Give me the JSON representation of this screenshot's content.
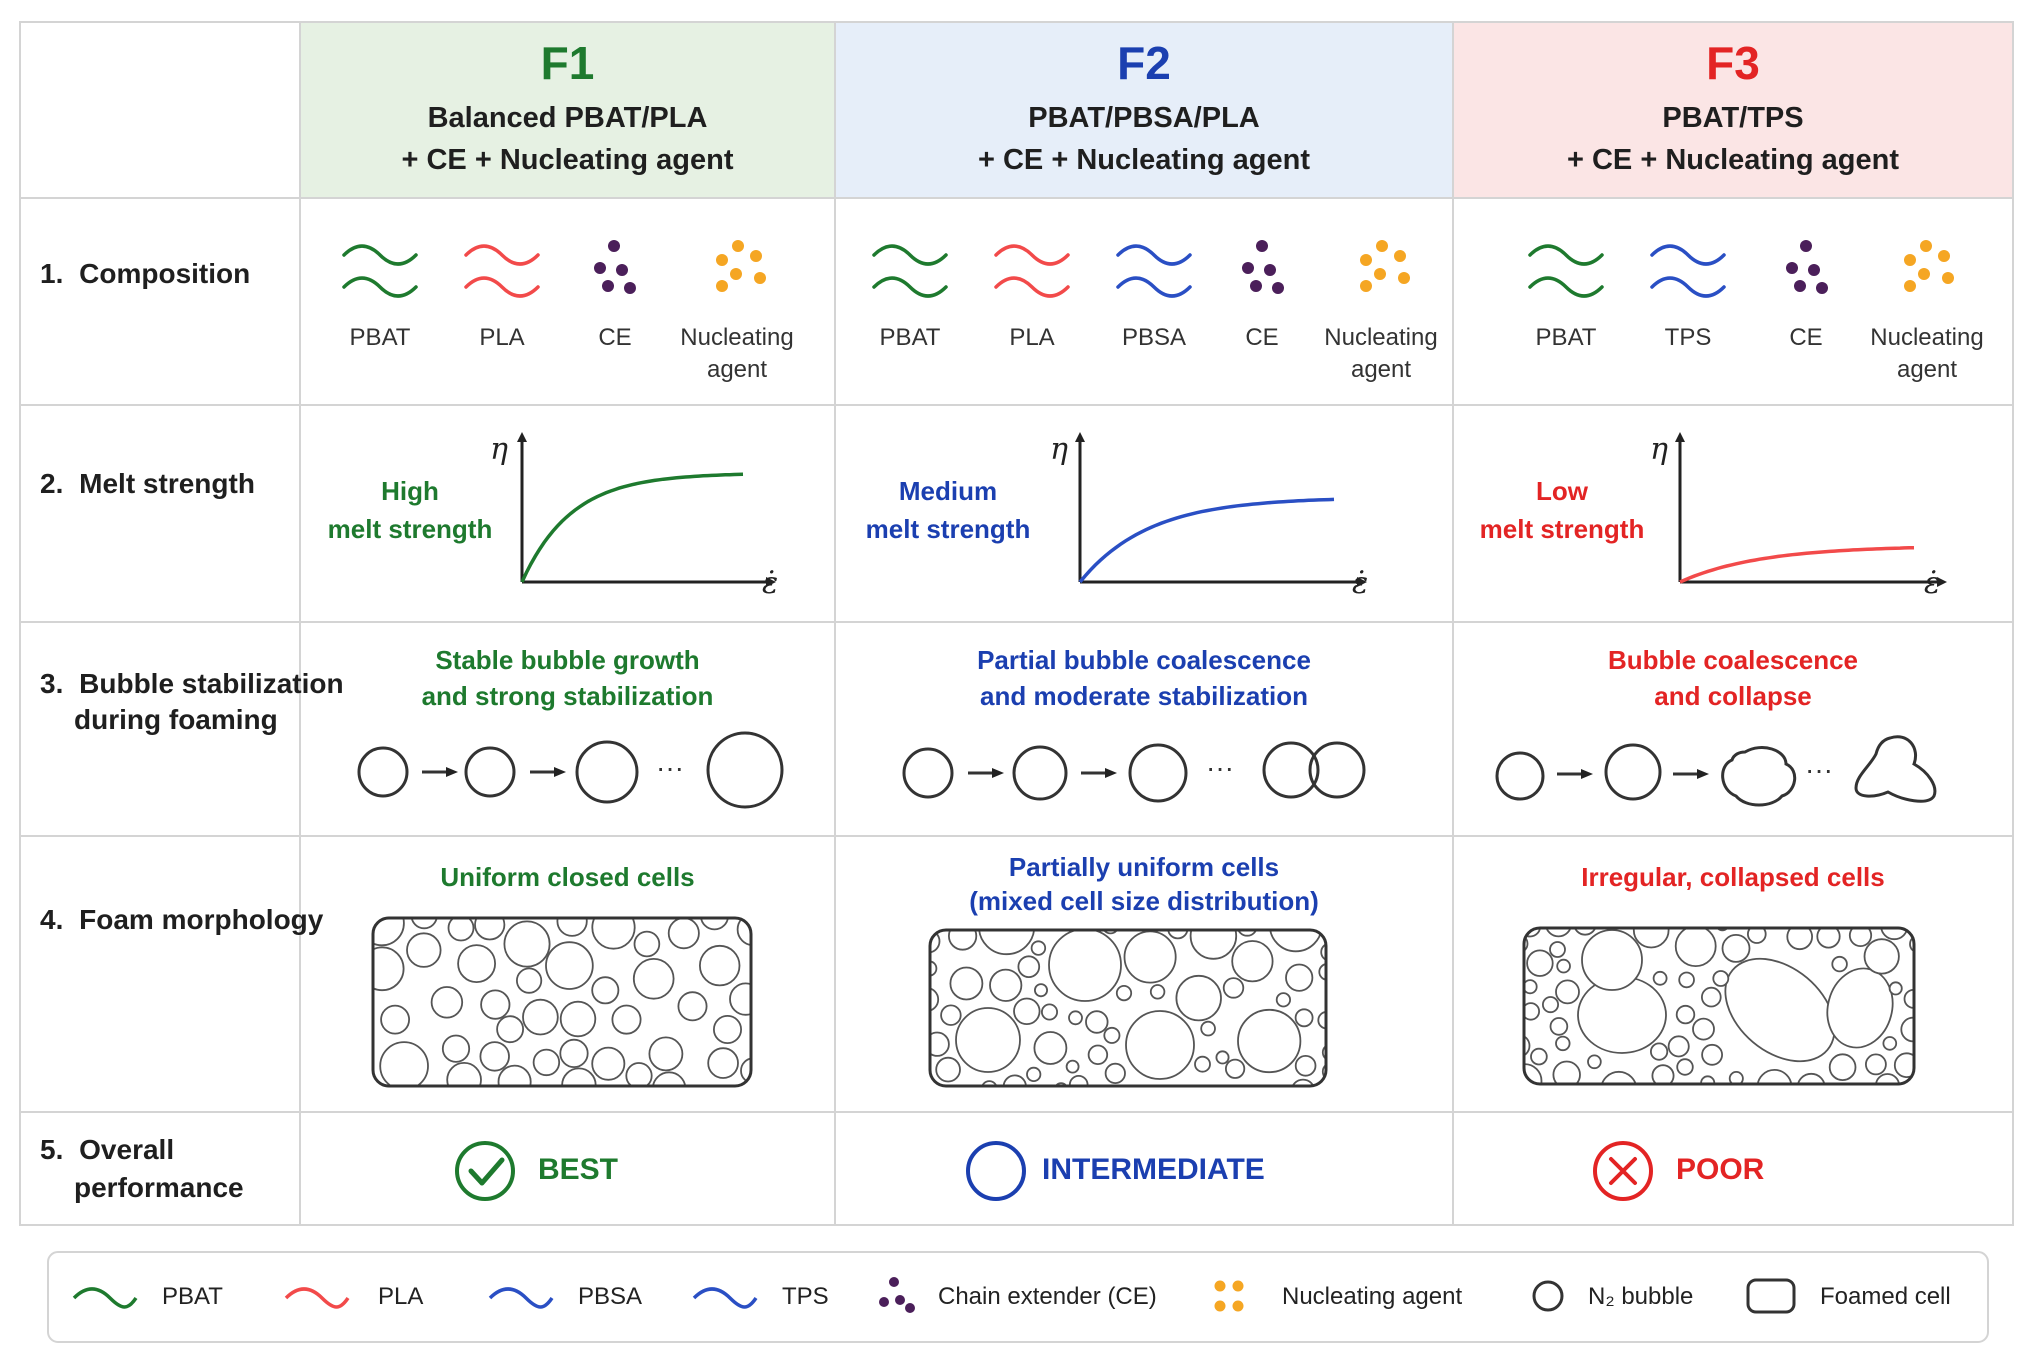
{
  "colors": {
    "green": "#1e7a2e",
    "blue": "#1b3fb0",
    "red": "#e32424",
    "green_bg": "#e6f1e3",
    "blue_bg": "#e6eef9",
    "red_bg": "#fbe5e5",
    "purple": "#4b1f5a",
    "orange": "#f5a623"
  },
  "columns": [
    {
      "id": "F1",
      "title": "F1",
      "subtitle_line1": "Balanced PBAT/PLA",
      "subtitle_line2": "+ CE + Nucleating agent",
      "components": [
        "PBAT",
        "PLA",
        "CE",
        "Nucleating agent"
      ],
      "melt_strength_line1": "High",
      "melt_strength_line2": "melt strength",
      "melt_plateau": 0.9,
      "bubble_line1": "Stable bubble growth",
      "bubble_line2": "and strong stabilization",
      "morphology_line1": "Uniform closed cells",
      "morphology_line2": "",
      "performance": "BEST",
      "performance_icon": "check-circle-icon"
    },
    {
      "id": "F2",
      "title": "F2",
      "subtitle_line1": "PBAT/PBSA/PLA",
      "subtitle_line2": "+ CE + Nucleating agent",
      "components": [
        "PBAT",
        "PLA",
        "PBSA",
        "CE",
        "Nucleating agent"
      ],
      "melt_strength_line1": "Medium",
      "melt_strength_line2": "melt strength",
      "melt_plateau": 0.7,
      "bubble_line1": "Partial bubble coalescence",
      "bubble_line2": "and moderate stabilization",
      "morphology_line1": "Partially uniform cells",
      "morphology_line2": "(mixed cell size distribution)",
      "performance": "INTERMEDIATE",
      "performance_icon": "circle-icon"
    },
    {
      "id": "F3",
      "title": "F3",
      "subtitle_line1": "PBAT/TPS",
      "subtitle_line2": "+ CE + Nucleating agent",
      "components": [
        "PBAT",
        "TPS",
        "CE",
        "Nucleating agent"
      ],
      "melt_strength_line1": "Low",
      "melt_strength_line2": "melt strength",
      "melt_plateau": 0.3,
      "bubble_line1": "Bubble coalescence",
      "bubble_line2": "and collapse",
      "morphology_line1": "Irregular, collapsed cells",
      "morphology_line2": "",
      "performance": "POOR",
      "performance_icon": "x-circle-icon"
    }
  ],
  "rows": {
    "r1_num": "1.",
    "r1_label": "Composition",
    "r2_num": "2.",
    "r2_label": "Melt strength",
    "r3_num": "3.",
    "r3_label_line1": "Bubble stabilization",
    "r3_label_line2": "during foaming",
    "r4_num": "4.",
    "r4_label": "Foam morphology",
    "r5_num": "5.",
    "r5_label_line1": "Overall",
    "r5_label_line2": "performance"
  },
  "axes": {
    "y_symbol": "η",
    "x_symbol": "ε̇"
  },
  "ellipsis": "···",
  "legend": [
    {
      "icon": "pbat-wave-icon",
      "label": "PBAT"
    },
    {
      "icon": "pla-wave-icon",
      "label": "PLA"
    },
    {
      "icon": "pbsa-wave-icon",
      "label": "PBSA"
    },
    {
      "icon": "tps-wave-icon",
      "label": "TPS"
    },
    {
      "icon": "ce-dots-icon",
      "label": "Chain extender (CE)"
    },
    {
      "icon": "nucleating-dots-icon",
      "label": "Nucleating agent"
    },
    {
      "icon": "bubble-icon",
      "label": "N₂ bubble"
    },
    {
      "icon": "foamed-cell-icon",
      "label": "Foamed cell"
    }
  ]
}
